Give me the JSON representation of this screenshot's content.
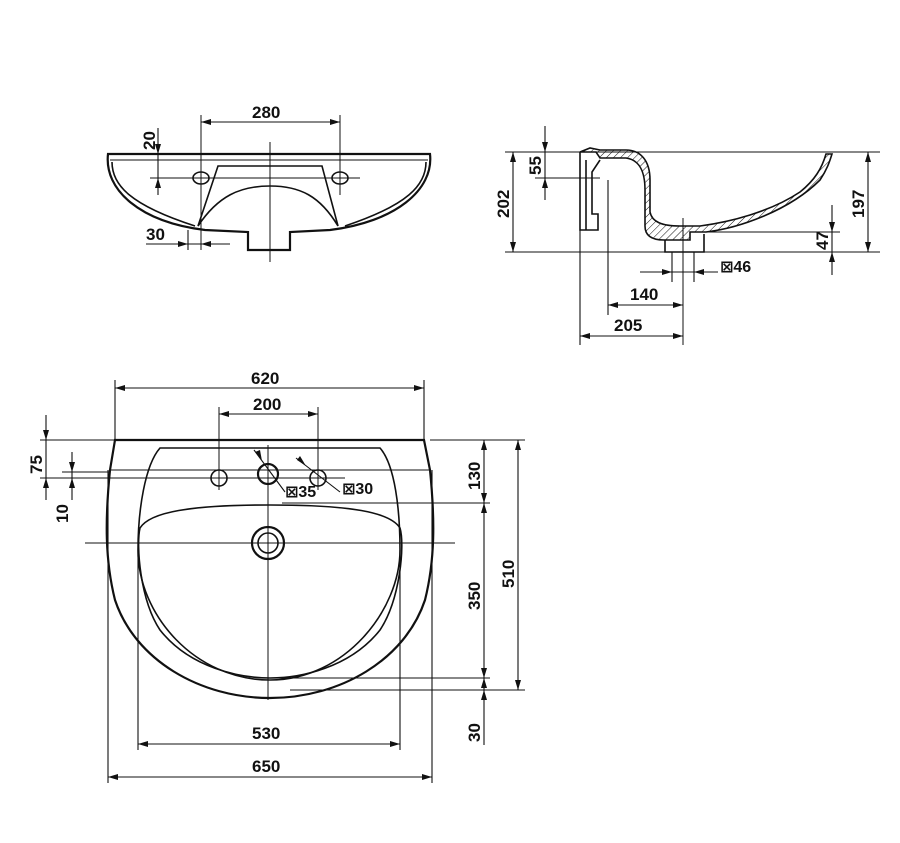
{
  "drawing": {
    "front_view": {
      "dims": {
        "tap_spacing": "280",
        "offset_top": "20",
        "offset_side": "30"
      }
    },
    "side_view": {
      "dims": {
        "top_depth": "55",
        "total_height": "202",
        "bowl_depth": "197",
        "drain_height": "47",
        "drain_diameter": "⊠46",
        "drain_offset": "140",
        "wall_to_drain": "205"
      }
    },
    "top_view": {
      "dims": {
        "back_width": "620",
        "tap_spacing": "200",
        "tap_offset_top": "75",
        "tap_offset_small": "10",
        "hole_large": "⊠35",
        "hole_small": "⊠30",
        "depth_to_taps": "130",
        "bowl_depth": "350",
        "total_depth": "510",
        "front_margin": "30",
        "bowl_width": "530",
        "total_width": "650"
      }
    }
  }
}
